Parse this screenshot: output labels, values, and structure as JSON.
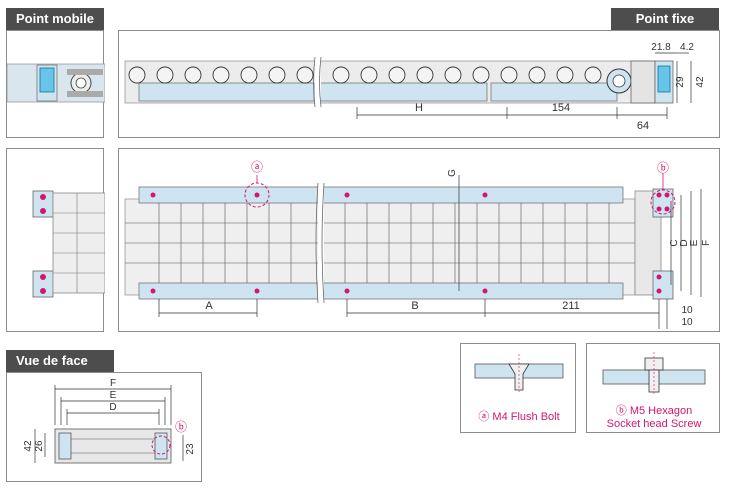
{
  "labels": {
    "point_mobile": "Point mobile",
    "point_fixe": "Point fixe",
    "vue_de_face": "Vue de face"
  },
  "top_view": {
    "dim_h": "H",
    "dim_154": "154",
    "dim_64": "64",
    "dim_218": "21.8",
    "dim_42a": "4.2",
    "dim_29": "29",
    "dim_42b": "42"
  },
  "plan_view": {
    "callout_a": "ⓐ",
    "callout_b": "ⓑ",
    "dim_g": "G",
    "dim_a": "A",
    "dim_b": "B",
    "dim_211": "211",
    "dim_c": "C",
    "dim_d": "D",
    "dim_e": "E",
    "dim_f": "F",
    "dim_10a": "10",
    "dim_10b": "10"
  },
  "front_view": {
    "dim_f": "F",
    "dim_e": "E",
    "dim_d": "D",
    "dim_42": "42",
    "dim_26": "26",
    "dim_23": "23",
    "callout_b": "ⓑ"
  },
  "legend": {
    "flush_bolt": "ⓐ M4 Flush Bolt",
    "hex_line1": "ⓑ M5 Hexagon",
    "hex_line2": "Socket head Screw"
  },
  "colors": {
    "panel_border": "#8c8c8c",
    "tag_bg": "#4d4d4d",
    "light_blue": "#cfe4f1",
    "bright_blue": "#66c5e8",
    "callout_magenta": "#d4166e",
    "dimension": "#333333"
  }
}
